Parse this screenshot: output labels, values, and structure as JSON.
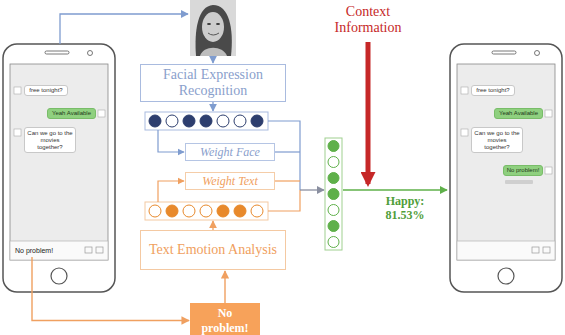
{
  "diagram": {
    "nodes": [
      {
        "text": [
          "free tonight?"
        ]
      },
      {
        "text": [
          "Yeah Available"
        ]
      },
      {
        "text": [
          "Can we go to the movies together?"
        ]
      },
      {
        "text": [
          "No problem!"
        ]
      },
      {
        "text": [
          "Facial Expression Recognition"
        ]
      },
      {
        "text": [
          "Weight Face"
        ]
      },
      {
        "text": [
          "Weight Text"
        ]
      },
      {
        "text": [
          "Text Emotion Analysis"
        ]
      },
      {
        "text": [
          "No problem!"
        ]
      },
      {
        "text": [
          "free tonight?"
        ]
      },
      {
        "text": [
          "Yeah Available"
        ]
      },
      {
        "text": [
          "Can we go to the movies together?"
        ]
      },
      {
        "text": [
          "No problem!"
        ]
      }
    ],
    "edges": [
      {
        "from": 3,
        "to": 8,
        "arrow": "to"
      },
      {
        "from": 8,
        "to": 7,
        "arrow": "to"
      }
    ],
    "labels": [
      "Context Information",
      "Happy: 81.53%"
    ]
  }
}
